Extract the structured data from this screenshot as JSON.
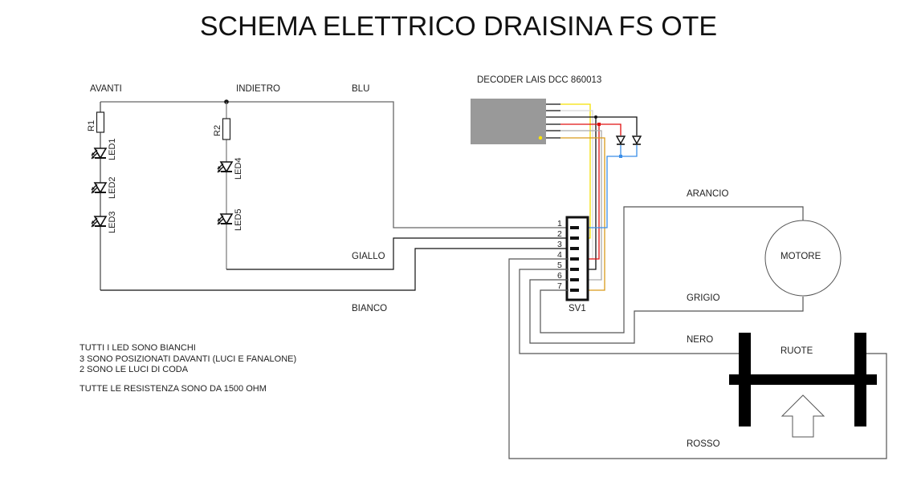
{
  "title": "SCHEMA ELETTRICO DRAISINA FS OTE",
  "decoder": {
    "label": "DECODER LAIS DCC 860013",
    "body_color": "#999999",
    "marker_color": "#ffe600"
  },
  "groups": {
    "front_label": "AVANTI",
    "rear_label": "INDIETRO"
  },
  "components": {
    "resistors": [
      "R1",
      "R2"
    ],
    "leds_front": [
      "LED1",
      "LED2",
      "LED3"
    ],
    "leds_rear": [
      "LED4",
      "LED5"
    ],
    "connector": "SV1",
    "motor": "MOTORE",
    "wheels": "RUOTE"
  },
  "connector_pins": [
    "1",
    "2",
    "3",
    "4",
    "5",
    "6",
    "7"
  ],
  "wire_labels": {
    "blue": "BLU",
    "yellow": "GIALLO",
    "white": "BIANCO",
    "orange": "ARANCIO",
    "grey": "GRIGIO",
    "black": "NERO",
    "red": "ROSSO"
  },
  "wire_colors": {
    "yellow": "#f5e000",
    "white": "#d8d8d8",
    "black": "#111111",
    "red": "#e01010",
    "grey": "#aaaaaa",
    "orange": "#d99a1a",
    "blue": "#3a8ee8"
  },
  "notes": [
    "TUTTI I LED SONO BIANCHI",
    "3 SONO POSIZIONATI DAVANTI (LUCI E FANALONE)",
    "2 SONO LE LUCI DI CODA",
    "TUTTE LE RESISTENZA SONO DA 1500 OHM"
  ]
}
